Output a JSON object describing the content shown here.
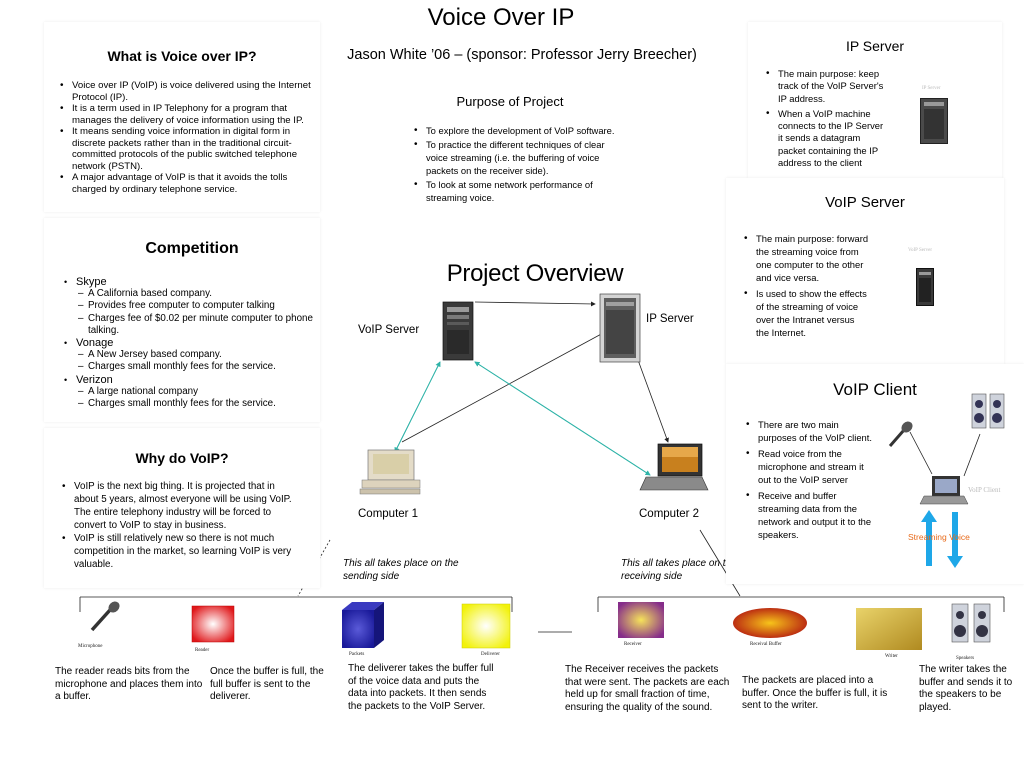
{
  "title": "Voice Over IP",
  "subtitle": "Jason White ’06 – (sponsor: Professor Jerry Breecher)",
  "purpose": {
    "heading": "Purpose of Project",
    "items": [
      "To explore the development of VoIP software.",
      "To practice the different techniques of clear voice streaming (i.e. the buffering of voice packets on the receiver side).",
      "To look at some network performance of streaming voice."
    ]
  },
  "what_is": {
    "heading": "What is Voice over IP?",
    "items": [
      "Voice over IP  (VoIP) is voice delivered using the Internet Protocol (IP).",
      "It is a term used in IP Telephony for a program that manages the delivery of voice information using the IP.",
      "It means sending voice information in digital form in discrete packets rather than in the traditional circuit-committed protocols of the public switched telephone network (PSTN).",
      "A major advantage of VoIP is that it avoids the tolls charged by ordinary telephone service."
    ]
  },
  "competition": {
    "heading": "Competition",
    "companies": [
      {
        "name": "Skype",
        "points": [
          "A California based company.",
          "Provides free computer to computer talking",
          "Charges fee of $0.02 per minute computer to phone talking."
        ]
      },
      {
        "name": "Vonage",
        "points": [
          "A New Jersey based company.",
          "Charges small monthly fees for the service."
        ]
      },
      {
        "name": "Verizon",
        "points": [
          "A large national company",
          "Charges small monthly fees for the service."
        ]
      }
    ]
  },
  "why": {
    "heading": "Why do VoIP?",
    "items": [
      "VoIP is the next big thing.  It is projected that in about 5 years, almost everyone will be using VoIP.  The entire telephony industry will be forced to convert to VoIP to stay in business.",
      "VoIP is still relatively new so there is not much competition in the market, so learning VoIP is very valuable."
    ]
  },
  "ip_server": {
    "heading": "IP Server",
    "items": [
      "The main purpose: keep track of the VoIP Server's IP address.",
      "When a VoIP machine connects to the IP Server it sends a datagram packet containing the IP address to the client"
    ],
    "image_label": "IP Server"
  },
  "voip_server": {
    "heading": "VoIP Server",
    "items": [
      "The main purpose: forward the streaming voice from one computer to the other and vice versa.",
      "Is used to show the effects of the streaming of voice over the Intranet versus the Internet."
    ],
    "image_label": "VoIP Server"
  },
  "voip_client": {
    "heading": "VoIP Client",
    "items": [
      "There are two main purposes of the VoIP client.",
      "Read voice from the microphone and stream it out to the VoIP server",
      "Receive and buffer streaming data from the network and output it to the speakers."
    ],
    "image_label": "VoIP Client",
    "streaming_label": "Streaming Voice"
  },
  "overview": {
    "heading": "Project Overview",
    "voip_server_label": "VoIP Server",
    "ip_server_label": "IP Server",
    "computer1_label": "Computer 1",
    "computer2_label": "Computer 2",
    "sending_note": "This all takes place on the sending side",
    "receiving_note": "This all takes place on the receiving side"
  },
  "pipeline": {
    "labels": {
      "microphone": "Microphone",
      "reader": "Reader",
      "packets": "Packets",
      "deliverer": "Deliverer",
      "receiver": "Receiver",
      "receival_buffer": "Receival Buffer",
      "writer": "Writer",
      "speakers": "Speakers"
    },
    "captions": [
      "The reader reads bits from the microphone and places them into a buffer.",
      "Once the buffer is full, the full buffer is sent to the deliverer.",
      "The deliverer takes the buffer full of the voice data and puts the data into packets.  It then sends the packets to the VoIP Server.",
      "The Receiver receives the packets that were sent.  The packets are each held up for small fraction of time, ensuring the quality of the sound.",
      "The packets are placed into a buffer.  Once the buffer is full, it is sent to the writer.",
      "The writer takes the buffer and sends it to the speakers to be played."
    ]
  },
  "colors": {
    "arrow_teal": "#2fb3a8",
    "streaming_blue": "#1ea7e8",
    "streaming_label": "#e86a1a"
  }
}
